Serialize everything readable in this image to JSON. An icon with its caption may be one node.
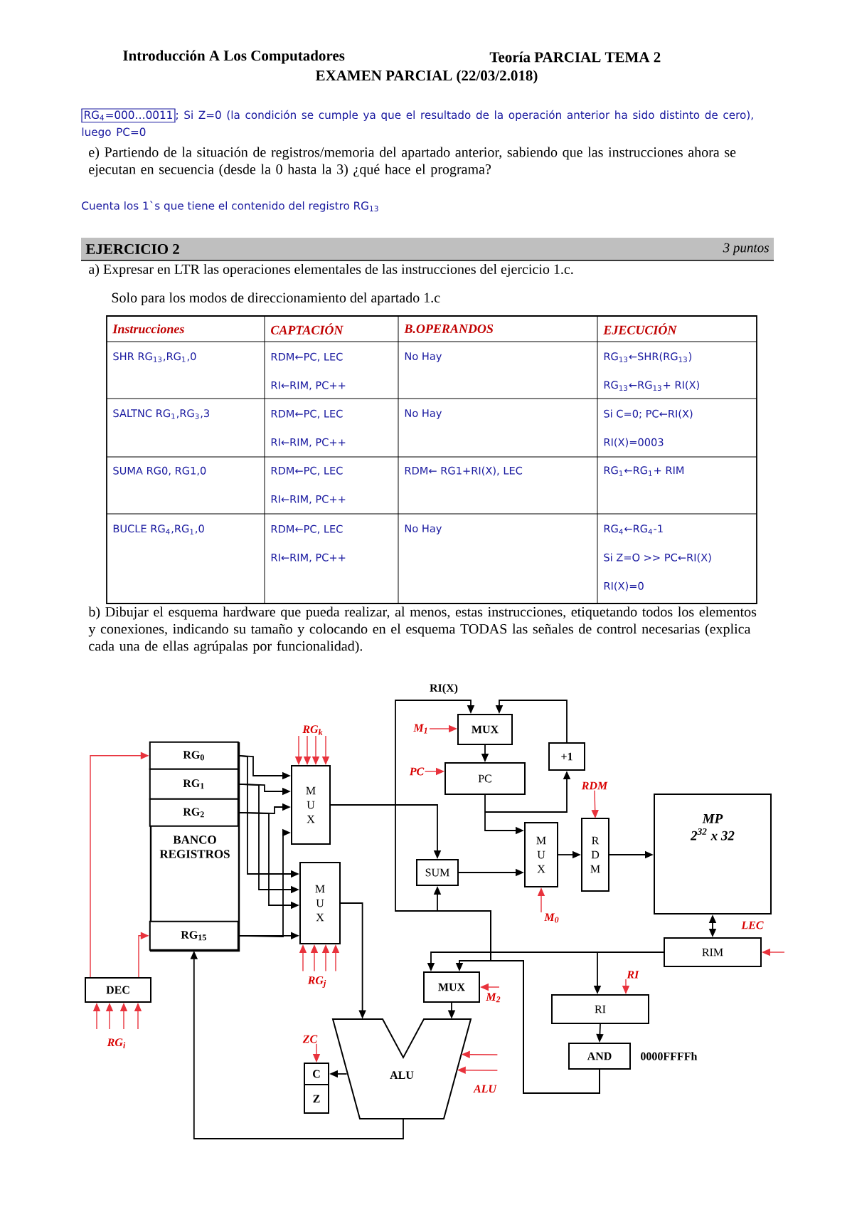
{
  "diagram": {
    "nodes": [
      {
        "text": [
          "BANCO REGISTROS"
        ]
      },
      {
        "text": [
          "RG$_{0}$"
        ],
        "in": 0
      },
      {
        "text": [
          "RG$_{1}$"
        ],
        "in": 0
      },
      {
        "text": [
          "RG$_{2}$"
        ],
        "in": 0
      },
      {
        "text": [
          "RG$_{15}$"
        ],
        "in": 0
      },
      {
        "text": [
          "M U X"
        ]
      },
      {
        "text": [
          "M U X"
        ]
      },
      {
        "text": [
          "DEC"
        ]
      },
      {
        "text": [
          "ALU"
        ]
      },
      {
        "text": [
          "C"
        ]
      },
      {
        "text": [
          "Z"
        ]
      },
      {
        "text": [
          "MUX"
        ]
      },
      {
        "text": [
          "+1"
        ]
      },
      {
        "text": [
          "PC"
        ]
      },
      {
        "text": [
          "SUM"
        ]
      },
      {
        "text": [
          "M U X"
        ]
      },
      {
        "text": [
          "R D M"
        ]
      },
      {
        "text": [
          "MP",
          "2$^{32}$ x 32"
        ]
      },
      {
        "text": [
          "RIM"
        ]
      },
      {
        "text": [
          "MUX"
        ]
      },
      {
        "text": [
          "RI"
        ]
      },
      {
        "text": [
          "AND"
        ],
        "beside": [
          "0000FFFFh"
        ]
      },
      {
        "text": [
          "RG$_{k}$"
        ]
      },
      {
        "text": [
          "RG$_{j}$"
        ]
      },
      {
        "text": [
          "RG$_{i}$"
        ]
      },
      {
        "text": [
          "M$_{1}$"
        ]
      },
      {
        "text": [
          "PC"
        ]
      },
      {
        "text": [
          "RDM"
        ]
      },
      {
        "text": [
          "M$_{0}$"
        ]
      },
      {
        "text": [
          "LEC"
        ]
      },
      {
        "text": [
          "RI"
        ]
      },
      {
        "text": [
          "M$_{2}$"
        ]
      },
      {
        "text": [
          "ZC"
        ]
      },
      {
        "text": [
          "ALU"
        ]
      }
    ],
    "edges": [
      {
        "from": 1,
        "to": 5,
        "arrow": "to"
      },
      {
        "from": 2,
        "to": 5,
        "arrow": "to"
      },
      {
        "from": 3,
        "to": 5,
        "arrow": "to"
      },
      {
        "from": 4,
        "to": 5,
        "arrow": "to"
      },
      {
        "from": 1,
        "to": 6,
        "arrow": "to"
      },
      {
        "from": 2,
        "to": 6,
        "arrow": "to"
      },
      {
        "from": 3,
        "to": 6,
        "arrow": "to"
      },
      {
        "from": 4,
        "to": 6,
        "arrow": "to"
      },
      {
        "from": 7,
        "to": 1,
        "arrow": "to",
        "color": "#e8323c"
      },
      {
        "from": 7,
        "to": 4,
        "arrow": "to",
        "color": "#e8323c"
      },
      {
        "from": 5,
        "to": 14,
        "arrow": "to"
      },
      {
        "from": 6,
        "to": 8,
        "arrow": "to"
      },
      {
        "from": 8,
        "to": 9,
        "arrow": "to"
      },
      {
        "from": 8,
        "to": 4,
        "arrow": "to"
      },
      {
        "from": 11,
        "to": 13,
        "arrow": "to"
      },
      {
        "from": 13,
        "to": 15,
        "arrow": "to"
      },
      {
        "from": 13,
        "to": 12,
        "arrow": "to"
      },
      {
        "from": 12,
        "to": 11,
        "arrow": "to"
      },
      {
        "from": 14,
        "to": 15,
        "arrow": "to"
      },
      {
        "from": 15,
        "to": 16,
        "arrow": "to"
      },
      {
        "from": 16,
        "to": 17,
        "arrow": "to"
      },
      {
        "from": 17,
        "to": 18,
        "arrow": "both"
      },
      {
        "from": 18,
        "to": 20,
        "arrow": "to"
      },
      {
        "from": 18,
        "to": 19,
        "arrow": "to"
      },
      {
        "from": 20,
        "to": 21,
        "arrow": "to"
      },
      {
        "from": 21,
        "to": 11,
        "arrow": "to",
        "label": "RI(X)"
      },
      {
        "from": 21,
        "to": 14,
        "arrow": "to"
      },
      {
        "from": 21,
        "to": 19,
        "arrow": "to"
      },
      {
        "from": 19,
        "to": 8,
        "arrow": "to"
      },
      {
        "from": 22,
        "to": 5,
        "arrow": "to",
        "color": "#e8323c"
      },
      {
        "from": 22,
        "to": 5,
        "arrow": "to",
        "color": "#e8323c"
      },
      {
        "from": 22,
        "to": 5,
        "arrow": "to",
        "color": "#e8323c"
      },
      {
        "from": 22,
        "to": 5,
        "arrow": "to",
        "color": "#e8323c"
      },
      {
        "from": 23,
        "to": 6,
        "arrow": "to",
        "color": "#e8323c"
      },
      {
        "from": 23,
        "to": 6,
        "arrow": "to",
        "color": "#e8323c"
      },
      {
        "from": 23,
        "to": 6,
        "arrow": "to",
        "color": "#e8323c"
      },
      {
        "from": 23,
        "to": 6,
        "arrow": "to",
        "color": "#e8323c"
      },
      {
        "from": 24,
        "to": 7,
        "arrow": "to",
        "color": "#e8323c"
      },
      {
        "from": 24,
        "to": 7,
        "arrow": "to",
        "color": "#e8323c"
      },
      {
        "from": 24,
        "to": 7,
        "arrow": "to",
        "color": "#e8323c"
      },
      {
        "from": 24,
        "to": 7,
        "arrow": "to",
        "color": "#e8323c"
      },
      {
        "from": 25,
        "to": 11,
        "arrow": "to",
        "color": "#e8323c"
      },
      {
        "from": 26,
        "to": 13,
        "arrow": "to",
        "color": "#e8323c"
      },
      {
        "from": 27,
        "to": 16,
        "arrow": "to",
        "color": "#e8323c"
      },
      {
        "from": 28,
        "to": 15,
        "arrow": "to",
        "color": "#e8323c"
      },
      {
        "from": 29,
        "to": 18,
        "arrow": "to",
        "color": "#e8323c"
      },
      {
        "from": 30,
        "to": 20,
        "arrow": "to",
        "color": "#e8323c"
      },
      {
        "from": 31,
        "to": 19,
        "arrow": "to",
        "color": "#e8323c"
      },
      {
        "from": 32,
        "to": 9,
        "arrow": "to",
        "color": "#e8323c"
      },
      {
        "from": 33,
        "to": 8,
        "arrow": "to",
        "color": "#e8323c"
      },
      {
        "from": 33,
        "to": 8,
        "arrow": "to",
        "color": "#e8323c"
      }
    ],
    "labels": [
      "Introducción A Los Computadores",
      "Teoría PARCIAL TEMA 2",
      "EXAMEN PARCIAL (22/03/2.018)",
      "RG$_{4}$=000…0011",
      "; Si Z=0 (la condición se cumple ya que el resultado de la operación anterior ha sido distinto de cero), luego PC=0",
      "e) Partiendo de la situación de registros/memoria del apartado anterior, sabiendo que las instrucciones ahora se ejecutan en secuencia (desde la 0 hasta la 3) ¿qué hace el programa?",
      "Cuenta los 1`s que tiene el contenido del registro RG$_{13}$",
      "EJERCICIO 2",
      "3 puntos",
      "a) Expresar en LTR las operaciones elementales de las instrucciones del ejercicio 1.c.",
      "Solo para los modos de direccionamiento del apartado 1.c",
      "Instrucciones",
      "CAPTACIÓN",
      "B.OPERANDOS",
      "EJECUCIÓN",
      "SHR RG$_{13}$,RG$_{1}$,0",
      "RDM←PC, LEC",
      "RI←RIM, PC++",
      "No Hay",
      "RG$_{13}$←SHR(RG$_{13}$)",
      "RG$_{13}$←RG$_{13}$+ RI(X)",
      "SALTNC RG$_{1}$,RG$_{3}$,3",
      "RDM←PC, LEC",
      "RI←RIM, PC++",
      "No Hay",
      "Si C=0; PC←RI(X)",
      "RI(X)=0003",
      "SUMA RG0, RG1,0",
      "RDM←PC, LEC",
      "RI←RIM, PC++",
      "RDM← RG1+RI(X), LEC",
      "RG$_{1}$←RG$_{1}$+ RIM",
      "BUCLE RG$_{4}$,RG$_{1}$,0",
      "RDM←PC, LEC",
      "RI←RIM, PC++",
      "No Hay",
      "RG$_{4}$←RG$_{4}$-1",
      "Si Z=O >> PC←RI(X)",
      "RI(X)=0",
      "b) Dibujar el esquema hardware que pueda realizar, al menos, estas instrucciones, etiquetando todos los elementos y conexiones, indicando su tamaño y colocando en el esquema TODAS las señales de control necesarias (explica cada una de ellas agrúpalas por funcionalidad)."
    ]
  }
}
